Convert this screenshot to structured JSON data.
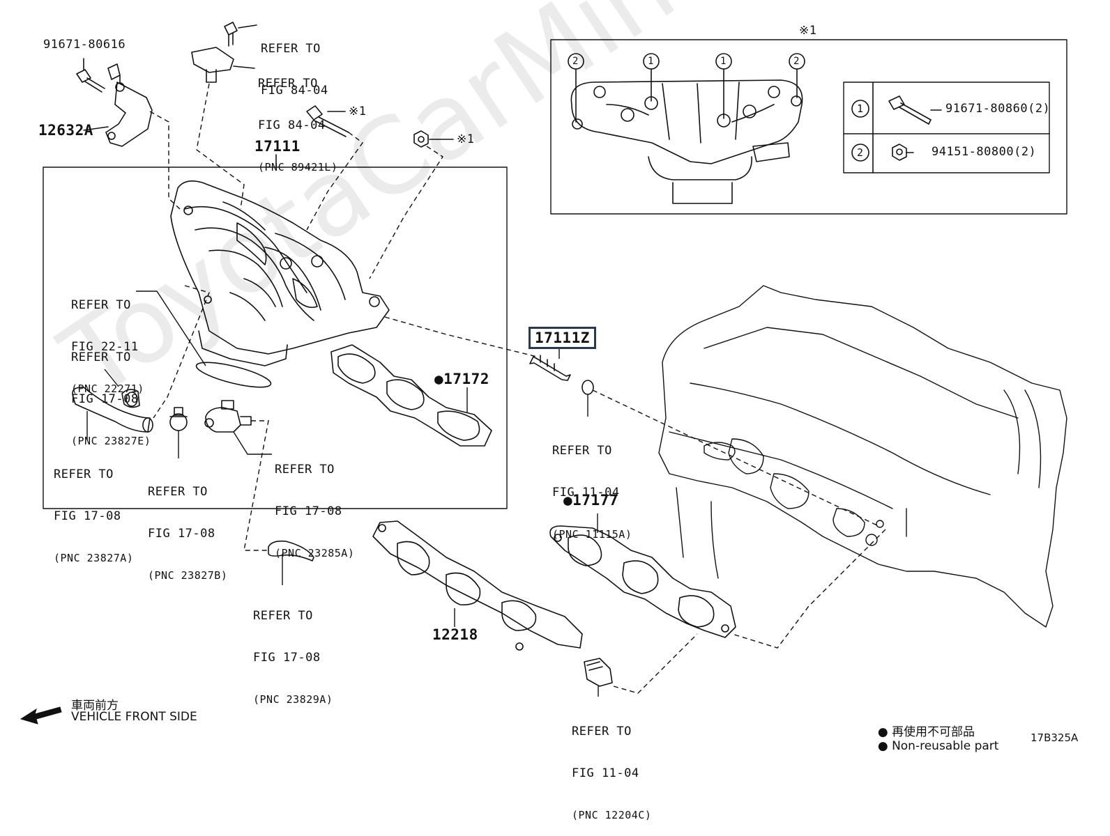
{
  "watermark": "ToyotaCarMine.ru",
  "diagram_code": "17B325A",
  "direction": {
    "jp": "車両前方",
    "en": "VEHICLE FRONT SIDE"
  },
  "legend": {
    "nonreusable_jp": "再使用不可部品",
    "nonreusable_en": "Non-reusable part",
    "bullet": "●"
  },
  "inset": {
    "title": "※1",
    "table": [
      {
        "num": "1",
        "part": "91671-80860(2)"
      },
      {
        "num": "2",
        "part": "94151-80800(2)"
      }
    ],
    "callouts": [
      "2",
      "1",
      "1",
      "2"
    ]
  },
  "parts": {
    "p91671_80616": "91671-80616",
    "p12632A": "12632A",
    "p17111": "17111",
    "p17111Z": "17111Z",
    "p17172": "17172",
    "p17177": "17177",
    "p12218": "12218"
  },
  "marks": {
    "ref1a": "※1",
    "ref1b": "※1"
  },
  "refs": [
    {
      "line1": "REFER TO",
      "line2": "FIG 84-04",
      "pnc": ""
    },
    {
      "line1": "REFER TO",
      "line2": "FIG 84-04",
      "pnc": "(PNC 89421L)"
    },
    {
      "line1": "REFER TO",
      "line2": "FIG 22-11",
      "pnc": "(PNC 22271)"
    },
    {
      "line1": "REFER TO",
      "line2": "FIG 17-08",
      "pnc": "(PNC 23827E)"
    },
    {
      "line1": "REFER TO",
      "line2": "FIG 17-08",
      "pnc": "(PNC 23827A)"
    },
    {
      "line1": "REFER TO",
      "line2": "FIG 17-08",
      "pnc": "(PNC 23827B)"
    },
    {
      "line1": "REFER TO",
      "line2": "FIG 17-08",
      "pnc": "(PNC 23285A)"
    },
    {
      "line1": "REFER TO",
      "line2": "FIG 11-04",
      "pnc": "(PNC 11115A)"
    },
    {
      "line1": "REFER TO",
      "line2": "FIG 17-08",
      "pnc": "(PNC 23829A)"
    },
    {
      "line1": "REFER TO",
      "line2": "FIG 11-04",
      "pnc": "(PNC 12204C)"
    }
  ]
}
